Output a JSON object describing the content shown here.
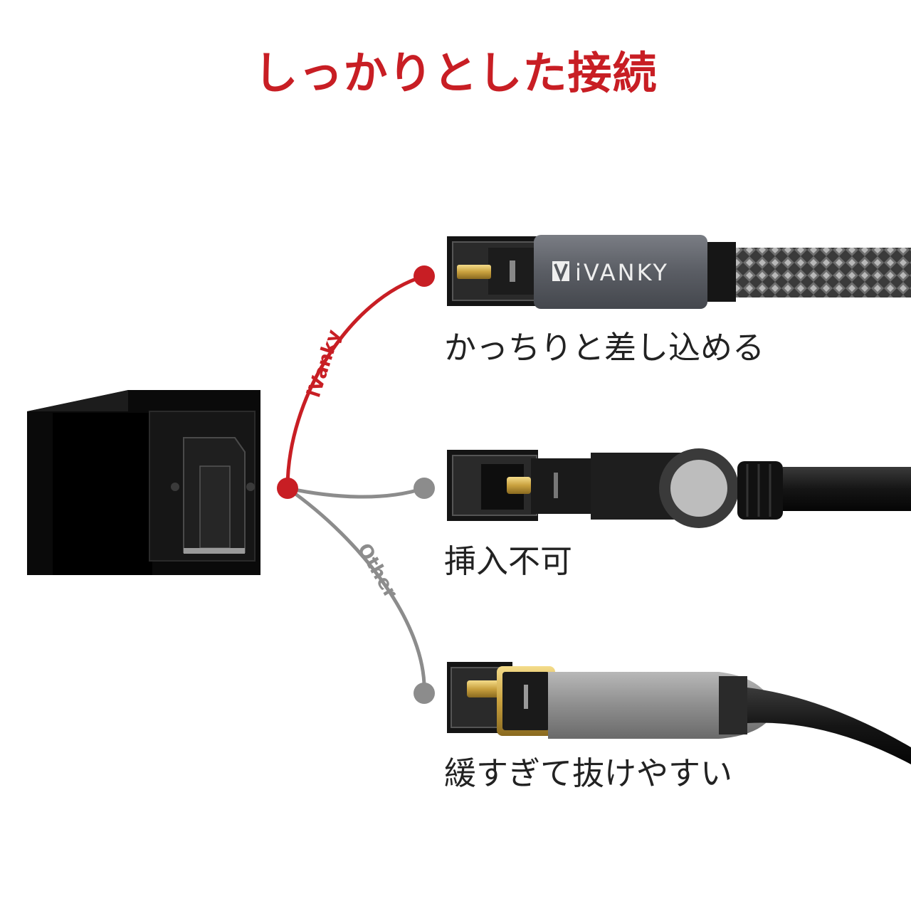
{
  "title": "しっかりとした接続",
  "branch_labels": {
    "good": "iVanky",
    "other": "Other"
  },
  "captions": {
    "good": "かっちりと差し込める",
    "bad_shape": "挿入不可",
    "loose": "緩すぎて抜けやすい"
  },
  "logo_text": "iVANKY",
  "icons": {
    "socket": "toslink-socket-icon",
    "plug_good": "ivanky-plug-icon",
    "plug_angled": "angled-plug-icon",
    "plug_loose": "loose-plug-icon"
  },
  "colors": {
    "accent": "#c81e24",
    "neutral": "#8c8c8c",
    "text": "#222222"
  }
}
